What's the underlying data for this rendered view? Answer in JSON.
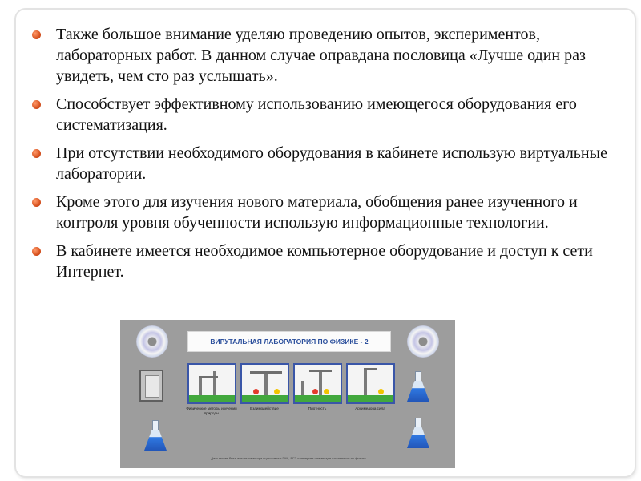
{
  "bullets": [
    "Также большое внимание уделяю проведению опытов, экспериментов, лабораторных работ. В данном случае оправдана пословица «Лучше один раз увидеть, чем сто раз услышать».",
    "Способствует эффективному использованию имеющегося оборудования его систематизация.",
    "При отсутствии необходимого оборудования в кабинете использую виртуальные лаборатории.",
    "Кроме этого для изучения нового материала, обобщения ранее изученного и контроля уровня обученности использую информационные технологии.",
    "В кабинете имеется необходимое компьютерное оборудование и доступ к сети Интернет."
  ],
  "lab_image": {
    "banner": "ВИРУТАЛЬНАЯ ЛАБОРАТОРИЯ ПО ФИЗИКЕ - 2",
    "tiles": [
      "Физические методы изучения природы",
      "Взаимодействие",
      "Плотность",
      "Архимедова сила"
    ],
    "footer": "Диск может быть использован при подготовке к ГИА, ЕГЭ и интернет олимпиаде школьников по физике"
  },
  "colors": {
    "bullet_marker": "#d8521f",
    "banner_text": "#2b4f9c",
    "tile_border": "#3a56a8"
  }
}
